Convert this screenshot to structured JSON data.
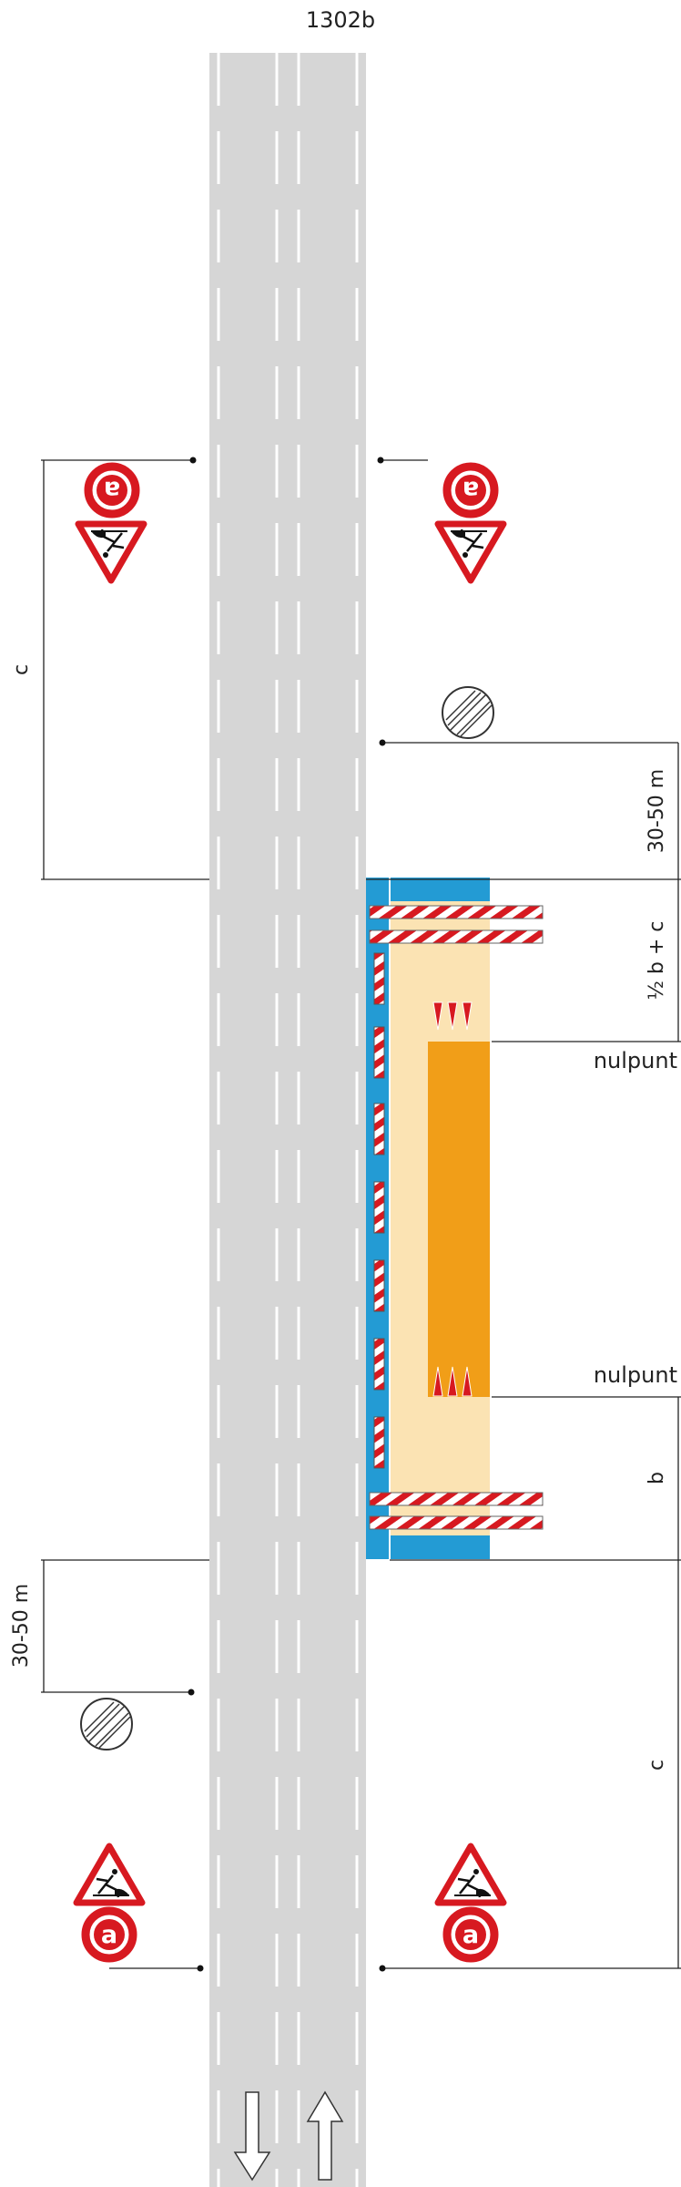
{
  "diagram_id": "1302b",
  "labels": {
    "c_top": "c",
    "thirty_fifty_top": "30-50 m",
    "half_b_plus_c": "½ b + c",
    "nulpunt_top": "nulpunt",
    "nulpunt_bottom": "nulpunt",
    "b": "b",
    "thirty_fifty_bottom": "30-50 m",
    "c_bottom": "c"
  },
  "signs": {
    "a_sign_letter": "a",
    "end_restriction": "end-of-restriction-sign",
    "roadworks": "roadworks-warning-sign"
  },
  "icons": {
    "arrow_left_lane": "arrow-down-icon",
    "arrow_right_lane": "arrow-up-icon"
  },
  "colors": {
    "road": "#d6d6d6",
    "lane_marking": "#ffffff",
    "work_area_light": "#fbe3b3",
    "work_area_orange": "#f19e18",
    "barrier_blue": "#239bd4",
    "sign_red": "#d71920",
    "dimension_line": "#222222"
  }
}
